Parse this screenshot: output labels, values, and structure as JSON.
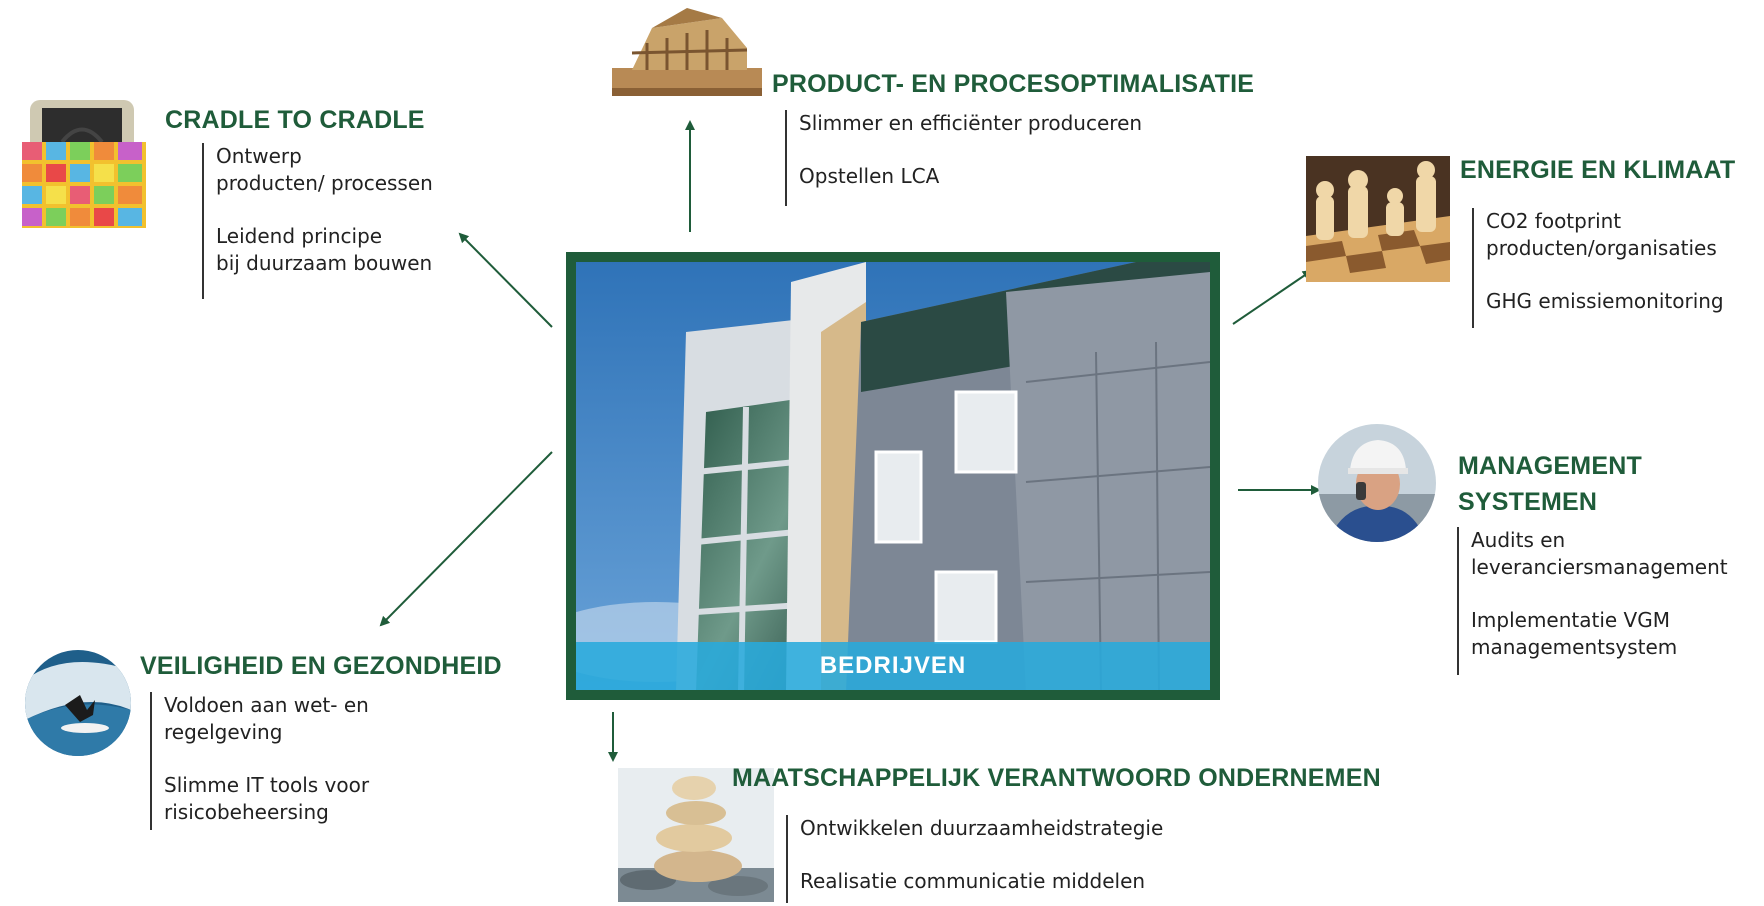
{
  "center": {
    "label": "BEDRIJVEN"
  },
  "colors": {
    "heading": "#1f5c3a",
    "arrow": "#1f5c3a",
    "banner": "#28aadc"
  },
  "topics": {
    "cradle": {
      "title": "CRADLE TO CRADLE",
      "items": [
        "Ontwerp\nproducten/ processen",
        "Leidend principe\nbij duurzaam bouwen"
      ],
      "icon": "colorful-bag-image"
    },
    "product": {
      "title": "PRODUCT- EN PROCESOPTIMALISATIE",
      "items": [
        "Slimmer en efficiënter produceren",
        "Opstellen LCA"
      ],
      "icon": "house-frame-image"
    },
    "energie": {
      "title": "ENERGIE EN KLIMAAT",
      "items": [
        "CO2 footprint\nproducten/organisaties",
        "GHG emissiemonitoring"
      ],
      "icon": "chess-pieces-image"
    },
    "management": {
      "title": "MANAGEMENT\nSYSTEMEN",
      "items": [
        "Audits en\nleveranciersmanagement",
        "Implementatie VGM\nmanagementsystem"
      ],
      "icon": "worker-helmet-image"
    },
    "veiligheid": {
      "title": "VEILIGHEID EN GEZONDHEID",
      "items": [
        "Voldoen aan wet- en\nregelgeving",
        "Slimme IT tools voor\nrisicobeheersing"
      ],
      "icon": "surfer-image"
    },
    "mvo": {
      "title": "MAATSCHAPPELIJK VERANTWOORD ONDERNEMEN",
      "items": [
        "Ontwikkelen duurzaamheidstrategie",
        "Realisatie communicatie middelen"
      ],
      "icon": "stacked-stones-image"
    }
  }
}
